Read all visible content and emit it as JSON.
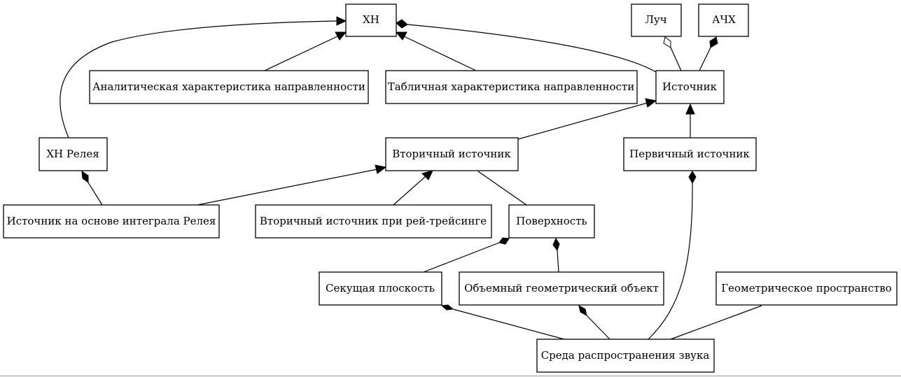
{
  "diagram": {
    "nodes": {
      "xn": "ХН",
      "luch": "Луч",
      "achx": "АЧХ",
      "analytic": "Аналитическая характеристика направленности",
      "tabular": "Табличная характеристика направленности",
      "source": "Источник",
      "xn_rayleigh": "ХН Релея",
      "secondary_source": "Вторичный источник",
      "primary_source": "Первичный источник",
      "rayleigh_integral_source": "Источник на основе интеграла Релея",
      "raytracing_secondary": "Вторичный источник при рей-трейсинге",
      "surface": "Поверхность",
      "cutting_plane": "Секущая плоскость",
      "volume_object": "Объемный геометрический объект",
      "geometric_space": "Геометрическое пространство",
      "medium": "Среда распространения звука"
    },
    "edges": [
      {
        "from": "Аналитическая характеристика направленности",
        "to": "ХН",
        "head": "inheritance"
      },
      {
        "from": "Табличная характеристика направленности",
        "to": "ХН",
        "head": "inheritance"
      },
      {
        "from": "ХН Релея",
        "to": "ХН",
        "head": "inheritance"
      },
      {
        "from": "Источник",
        "to": "ХН",
        "head": "composition"
      },
      {
        "from": "Источник",
        "to": "Луч",
        "head": "aggregation"
      },
      {
        "from": "Источник",
        "to": "АЧХ",
        "head": "composition"
      },
      {
        "from": "Вторичный источник",
        "to": "Источник",
        "head": "inheritance"
      },
      {
        "from": "Первичный источник",
        "to": "Источник",
        "head": "inheritance"
      },
      {
        "from": "Источник на основе интеграла Релея",
        "to": "ХН Релея",
        "head": "composition"
      },
      {
        "from": "Источник на основе интеграла Релея",
        "to": "Вторичный источник",
        "head": "inheritance"
      },
      {
        "from": "Вторичный источник при рей-трейсинге",
        "to": "Вторичный источник",
        "head": "inheritance"
      },
      {
        "from": "Вторичный источник",
        "to": "Поверхность",
        "head": "none"
      },
      {
        "from": "Секущая плоскость",
        "to": "Поверхность",
        "head": "composition"
      },
      {
        "from": "Объемный геометрический объект",
        "to": "Поверхность",
        "head": "composition"
      },
      {
        "from": "Среда распространения звука",
        "to": "Секущая плоскость",
        "head": "composition"
      },
      {
        "from": "Среда распространения звука",
        "to": "Объемный геометрический объект",
        "head": "composition"
      },
      {
        "from": "Среда распространения звука",
        "to": "Первичный источник",
        "head": "composition"
      },
      {
        "from": "Среда распространения звука",
        "to": "Геометрическое пространство",
        "head": "none"
      }
    ]
  }
}
